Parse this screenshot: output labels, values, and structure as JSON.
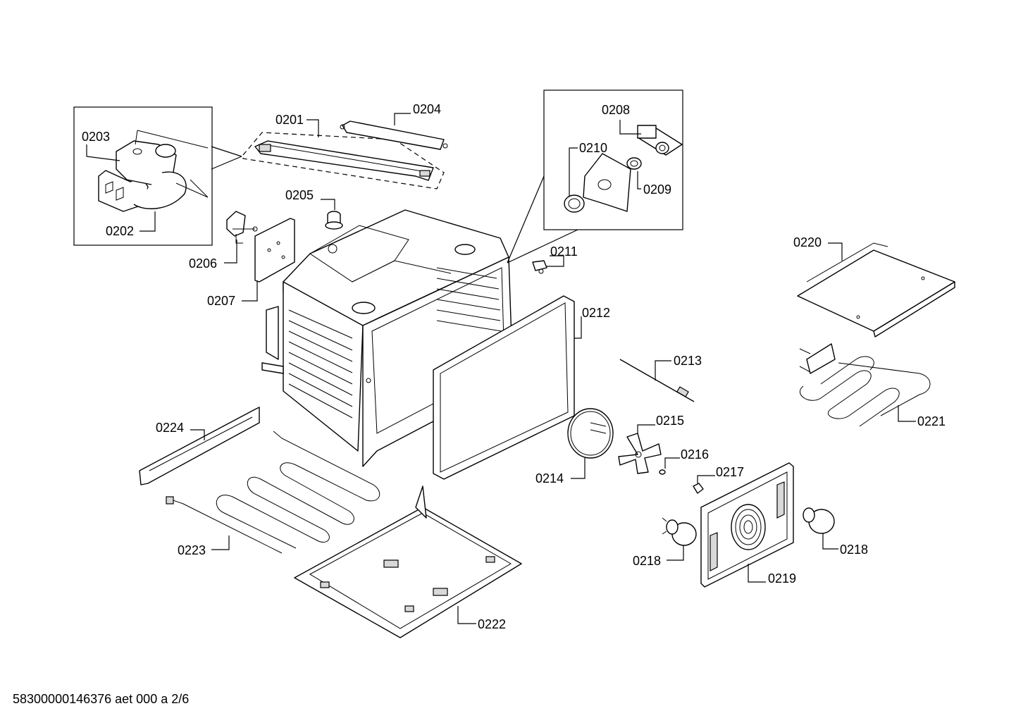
{
  "labels": {
    "p0201": "0201",
    "p0202": "0202",
    "p0203": "0203",
    "p0204": "0204",
    "p0205": "0205",
    "p0206": "0206",
    "p0207": "0207",
    "p0208": "0208",
    "p0209": "0209",
    "p0210": "0210",
    "p0211": "0211",
    "p0212": "0212",
    "p0213": "0213",
    "p0214": "0214",
    "p0215": "0215",
    "p0216": "0216",
    "p0217": "0217",
    "p0218a": "0218",
    "p0218b": "0218",
    "p0219": "0219",
    "p0220": "0220",
    "p0221": "0221",
    "p0222": "0222",
    "p0223": "0223",
    "p0224": "0224"
  },
  "footer": {
    "code": "58300000146376 aet 000 a 2/6"
  }
}
